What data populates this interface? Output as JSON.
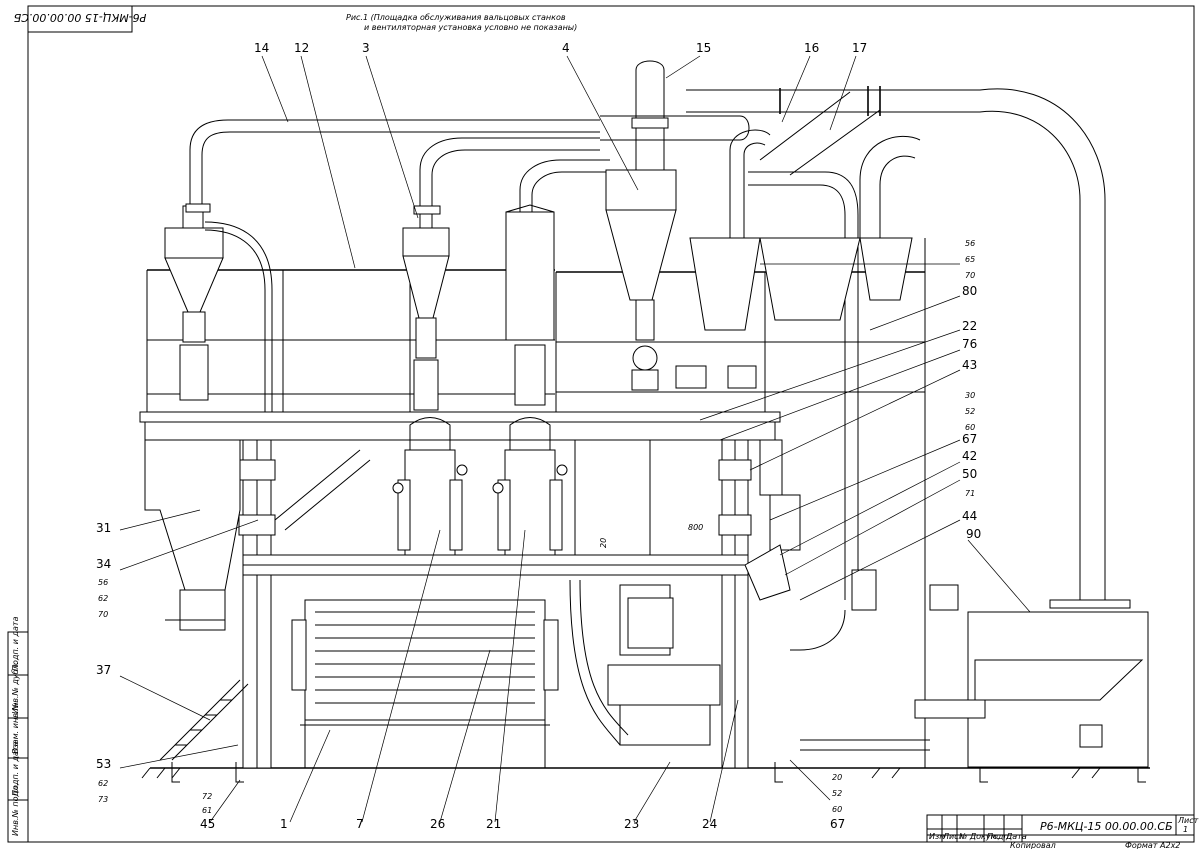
{
  "drawing": {
    "code_rotated": "Р6-МКЦ-15 00.00.00.СБ",
    "caption_line1": "Рис.1 (Площадка обслуживания вальцовых станков",
    "caption_line2": "и вентиляторная установка условно не показаны)",
    "dimension_800": "800",
    "dimension_20": "20"
  },
  "callouts_top": [
    "14",
    "12",
    "3",
    "4",
    "15",
    "16",
    "17"
  ],
  "callouts_right": [
    "56",
    "65",
    "70",
    "80",
    "22",
    "76",
    "43",
    "30",
    "52",
    "60",
    "67",
    "42",
    "50",
    "71",
    "44",
    "90"
  ],
  "callouts_left": [
    "31",
    "34",
    "56",
    "62",
    "70",
    "37",
    "53",
    "62",
    "73",
    "72",
    "61",
    "45"
  ],
  "callouts_bottom": [
    "1",
    "7",
    "26",
    "21",
    "23",
    "24",
    "20",
    "52",
    "60",
    "67"
  ],
  "side_stamp": [
    "Инв.№ подл.",
    "Подп. и дата",
    "Взам. инв.№",
    "Инв.№ дубл.",
    "Подп. и дата"
  ],
  "title_block": {
    "code": "Р6-МКЦ-15 00.00.00.СБ",
    "col_headers": [
      "Изм",
      "Лист",
      "№ Докум.",
      "Подп.",
      "Дата"
    ],
    "sheet_label": "Лист",
    "sheet_no": "1",
    "copied": "Копировал",
    "format_label": "Формат",
    "format_value": "А2х2"
  }
}
